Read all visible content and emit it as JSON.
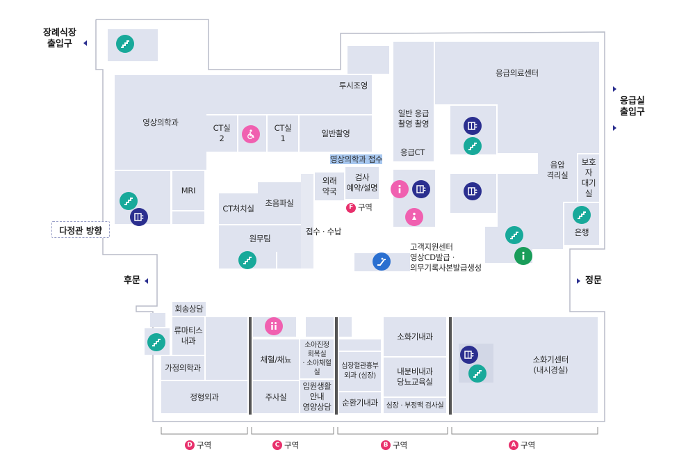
{
  "exits": {
    "funeral": "장례식장\n출입구",
    "emergency": "응급실\n출입구",
    "dajeong": "다정관 방향",
    "back_gate": "후문",
    "main_gate": "정문"
  },
  "rooms": {
    "radiology": "영상의학과",
    "fluoroscopy": "투시조영",
    "ct2": "CT실\n2",
    "ct1": "CT실\n1",
    "general_xray": "일반촬영",
    "er_xray": "일반 응급\n촬영 촬영",
    "er_ct": "응급CT",
    "er_center": "응급의료센터",
    "mri": "MRI",
    "ct_treatment": "CT처치실",
    "ultrasound": "초음파실",
    "radiology_reception": "영상의학과 접수",
    "outpatient_pharmacy": "외래\n약국",
    "exam_booking": "검사\n예약/설명",
    "f_zone": "구역",
    "reception_payment": "접수 · 수납",
    "administration": "원무팀",
    "customer_center": "고객지원센터\n영상CD발급 ·\n의무기록사본발급생성",
    "isolation": "음압\n격리실",
    "guardian_lounge": "보호자\n대기실",
    "bank": "은행",
    "return_consult": "회송상담",
    "rheumatology": "류마티스\n내과",
    "family_medicine": "가정의학과",
    "orthopedics": "정형외과",
    "blood_collection": "채혈/채뇨",
    "injection": "주사실",
    "pediatric": "소아진정\n회복실\n· 소아채혈실",
    "admission_guide": "입원생활\n안내\n영양상담",
    "cardio_thoracic": "심장혈관흉부\n외과 (심장)",
    "cardiology": "순환기내과",
    "gastro": "소화기내과",
    "endocrinology": "내분비내과\n당뇨교육실",
    "cardiac_test": "심장 · 부정맥 검사실",
    "gi_center": "소화기센터\n(내시경실)"
  },
  "zones": {
    "d": {
      "letter": "D",
      "label": "구역"
    },
    "c": {
      "letter": "C",
      "label": "구역"
    },
    "b": {
      "letter": "B",
      "label": "구역"
    },
    "a": {
      "letter": "A",
      "label": "구역"
    }
  },
  "f_letter": "F",
  "icons": [
    "stairs-icon",
    "elevator-icon",
    "wheelchair-icon",
    "info-icon",
    "restroom-icon",
    "escalator-icon"
  ],
  "colors": {
    "stairs": "#18a99a",
    "elevator": "#2b2f8f",
    "pink": "#f060b0",
    "info_green": "#1a9d5a",
    "zone_badge": "#e8306c",
    "room": "#dfe3ef"
  }
}
